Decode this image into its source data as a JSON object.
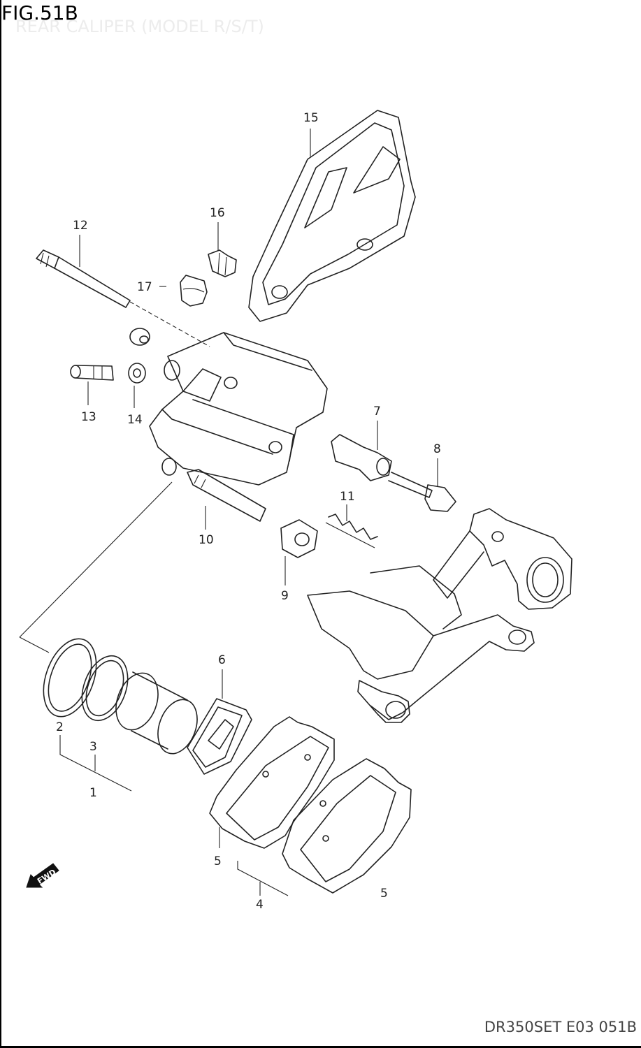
{
  "header": {
    "figure_title": "FIG.51B",
    "figure_subtitle": "REAR CALIPER (MODEL R/S/T)"
  },
  "footer": {
    "doc_code": "DR350SET E03 051B"
  },
  "direction_marker": {
    "label": "FWD",
    "icon": "fwd-arrow-icon"
  },
  "callouts": {
    "c1": "1",
    "c2": "2",
    "c3": "3",
    "c4": "4",
    "c5a": "5",
    "c5b": "5",
    "c6": "6",
    "c7": "7",
    "c8": "8",
    "c9": "9",
    "c10": "10",
    "c11": "11",
    "c12": "12",
    "c13": "13",
    "c14": "14",
    "c15": "15",
    "c16": "16",
    "c17": "17"
  }
}
